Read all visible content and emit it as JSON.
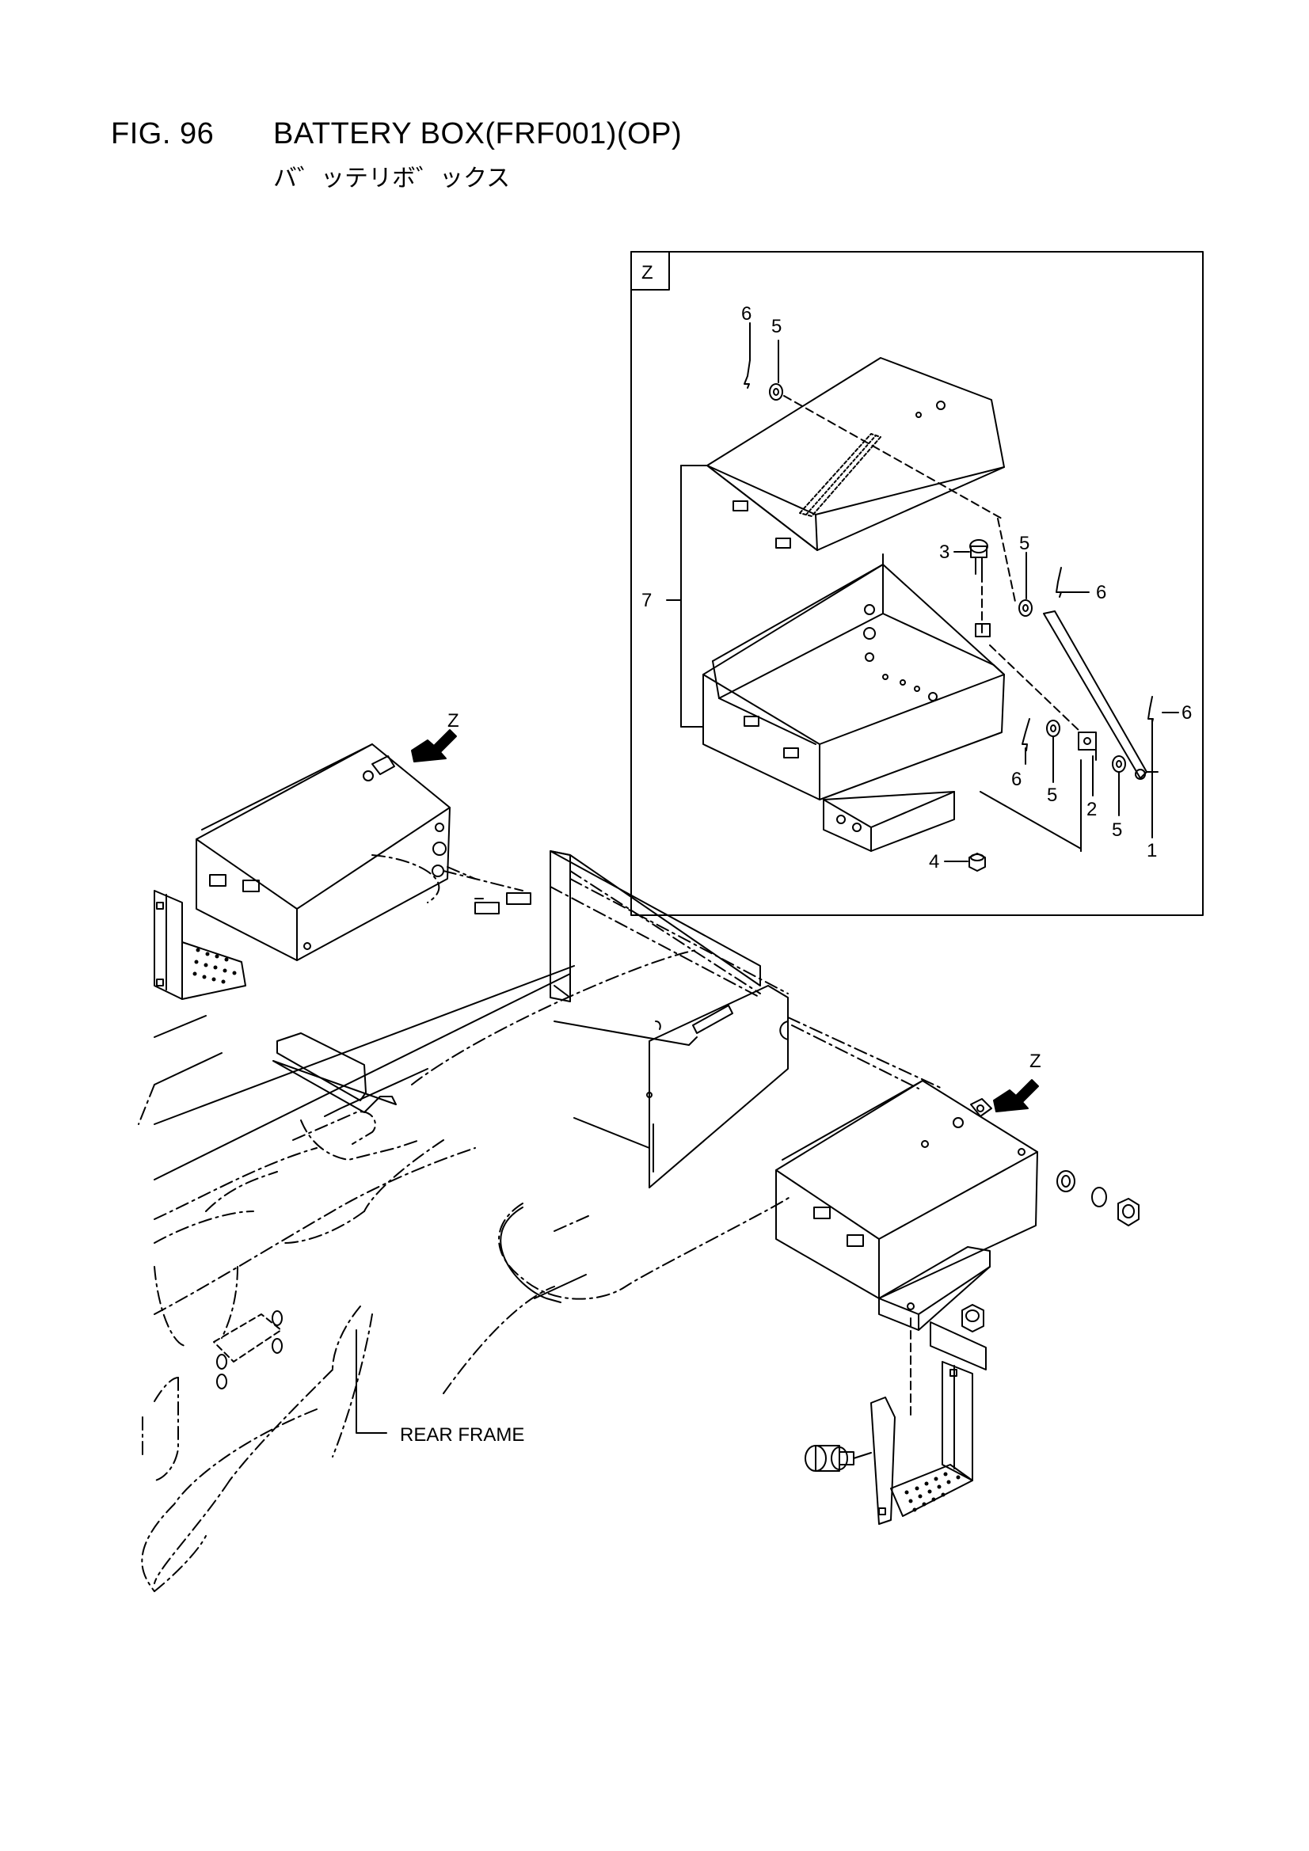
{
  "header": {
    "fig_number": "FIG. 96",
    "title": "BATTERY BOX(FRF001)(OP)",
    "subtitle": "バ゛ッテリボ゛ックス"
  },
  "detail": {
    "view_label": "Z"
  },
  "callouts": {
    "p1": "1",
    "p2": "2",
    "p3": "3",
    "p4": "4",
    "p5a": "5",
    "p5b": "5",
    "p5c": "5",
    "p5d": "5",
    "p6a": "6",
    "p6b": "6",
    "p6c": "6",
    "p6d": "6",
    "p7": "7"
  },
  "view_arrows": {
    "left": "Z",
    "right": "Z"
  },
  "labels": {
    "rear_frame": "REAR FRAME"
  }
}
